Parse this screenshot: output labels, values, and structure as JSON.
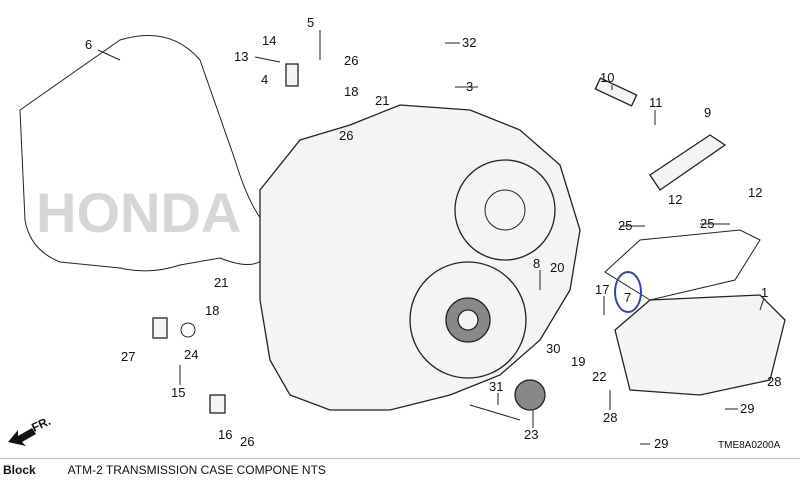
{
  "footer": {
    "block_label": "Block",
    "title": "ATM-2 TRANSMISSION CASE COMPONE NTS"
  },
  "diagram": {
    "code": "TME8A0200A",
    "front_label": "FR.",
    "watermark": "HONDA",
    "highlight_color": "#3344bb",
    "callouts": [
      "6",
      "13",
      "14",
      "5",
      "26",
      "32",
      "4",
      "18",
      "21",
      "3",
      "10",
      "11",
      "9",
      "26",
      "12",
      "12",
      "25",
      "25",
      "7",
      "1",
      "8",
      "20",
      "17",
      "21",
      "18",
      "27",
      "24",
      "15",
      "30",
      "19",
      "22",
      "31",
      "28",
      "28",
      "29",
      "29",
      "23",
      "16",
      "26"
    ]
  }
}
